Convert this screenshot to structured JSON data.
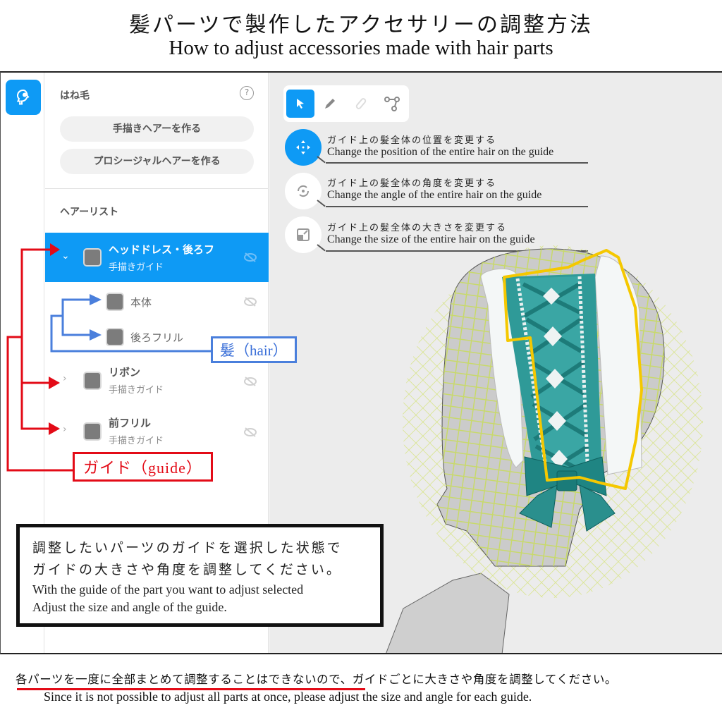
{
  "header": {
    "title_ja": "髪パーツで製作したアクセサリーの調整方法",
    "title_en": "How to adjust accessories made with hair parts"
  },
  "rail": {
    "icon": "hair-head-icon"
  },
  "panel": {
    "title": "はね毛",
    "help_icon": "?",
    "buttons": {
      "hand_drawn": "手描きヘアーを作る",
      "procedural": "プロシージャルヘアーを作る"
    },
    "list_title": "ヘアーリスト",
    "items": [
      {
        "name": "ヘッドドレス・後ろフ",
        "sub": "手描きガイド",
        "expanded": true,
        "selected": true,
        "children": [
          {
            "name": "本体"
          },
          {
            "name": "後ろフリル"
          }
        ]
      },
      {
        "name": "リボン",
        "sub": "手描きガイド",
        "expanded": false,
        "selected": false
      },
      {
        "name": "前フリル",
        "sub": "手描きガイド",
        "expanded": false,
        "selected": false
      }
    ]
  },
  "toolbar": {
    "tools": [
      {
        "name": "select",
        "icon": "cursor-icon",
        "active": true
      },
      {
        "name": "pen",
        "icon": "pencil-icon",
        "active": false
      },
      {
        "name": "eraser",
        "icon": "eraser-icon",
        "active": false,
        "disabled": true
      },
      {
        "name": "path",
        "icon": "node-path-icon",
        "active": false
      }
    ]
  },
  "operations": [
    {
      "icon": "move-arrows-icon",
      "active": true,
      "ja": "ガイド上の髪全体の位置を変更する",
      "en": "Change the position of the entire hair on the guide"
    },
    {
      "icon": "rotate-icon",
      "active": false,
      "ja": "ガイド上の髪全体の角度を変更する",
      "en": "Change the angle of the entire hair on the guide"
    },
    {
      "icon": "scale-icon",
      "active": false,
      "ja": "ガイド上の髪全体の大きさを変更する",
      "en": "Change the size of the entire hair on the guide"
    }
  ],
  "annotations": {
    "hair_label": "髪（hair）",
    "guide_label": "ガイド（guide）",
    "colors": {
      "hair": "#4a7fdc",
      "guide": "#e30b17",
      "selection": "#0e9af5",
      "guide_outline": "#f5c800",
      "mesh": "#c8dc5a",
      "headdress": "#2f9a98"
    }
  },
  "note": {
    "ja_line1": "調整したいパーツのガイドを選択した状態で",
    "ja_line2": "ガイドの大きさや角度を調整してください。",
    "en_line1": "With the guide of the part you want to adjust selected",
    "en_line2": "Adjust the size and angle of the guide."
  },
  "footer": {
    "ja": "各パーツを一度に全部まとめて調整することはできないので、ガイドごとに大きさや角度を調整してください。",
    "en": "Since it is not possible to adjust all parts at once, please adjust the size and angle for each guide."
  }
}
